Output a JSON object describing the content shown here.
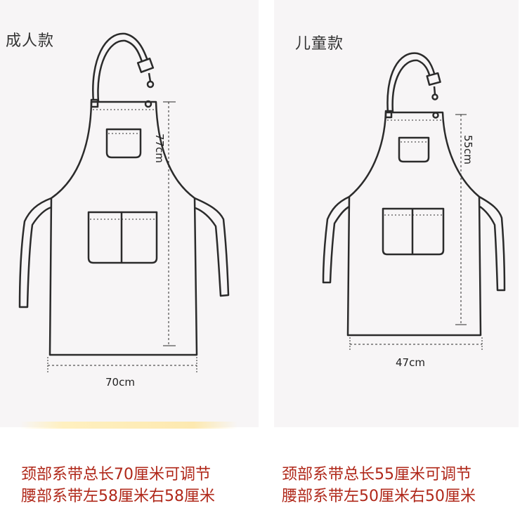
{
  "adult": {
    "title": "成人款",
    "height_label": "77cm",
    "width_label": "70cm",
    "note_line1": "颈部系带总长70厘米可调节",
    "note_line2": "腰部系带左58厘米右58厘米"
  },
  "child": {
    "title": "儿童款",
    "height_label": "55cm",
    "width_label": "47cm",
    "note_line1": "颈部系带总长55厘米可调节",
    "note_line2": "腰部系带左50厘米右50厘米"
  },
  "colors": {
    "outline": "#2b2b2b",
    "note_text": "#b0281a",
    "panel_bg": "#f7f5f6"
  }
}
